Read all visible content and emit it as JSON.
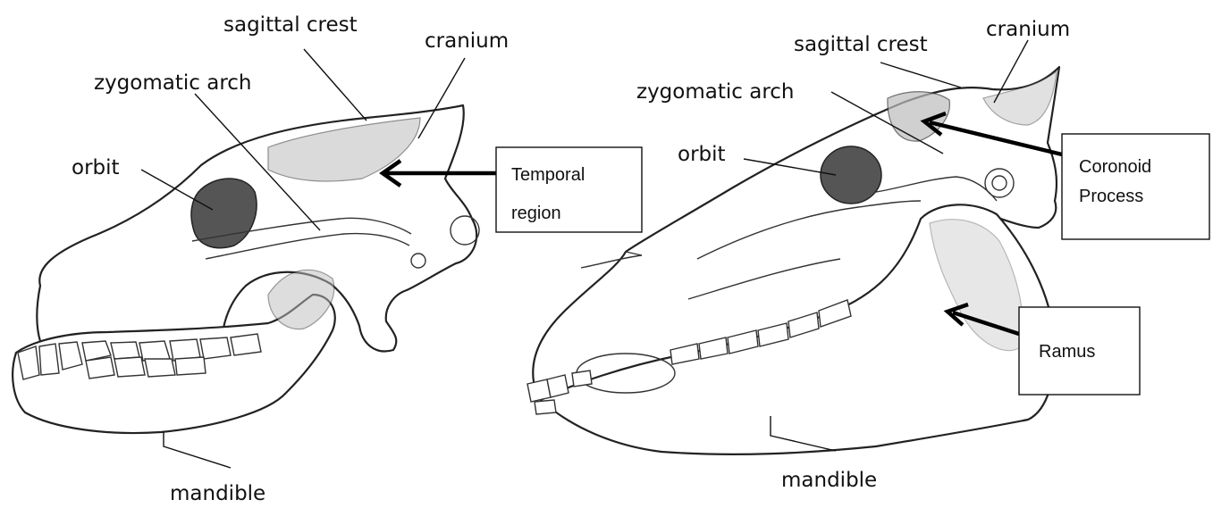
{
  "left_skull": {
    "labels": {
      "sagittal_crest": "sagittal crest",
      "cranium": "cranium",
      "zygomatic_arch": "zygomatic arch",
      "orbit": "orbit",
      "mandible": "mandible"
    },
    "boxes": {
      "temporal_line1": "Temporal",
      "temporal_line2": "region"
    }
  },
  "right_skull": {
    "labels": {
      "sagittal_crest": "sagittal crest",
      "cranium": "cranium",
      "zygomatic_arch": "zygomatic arch",
      "orbit": "orbit",
      "mandible": "mandible"
    },
    "boxes": {
      "coronoid_line1": "Coronoid",
      "coronoid_line2": "Process",
      "ramus": "Ramus"
    }
  }
}
